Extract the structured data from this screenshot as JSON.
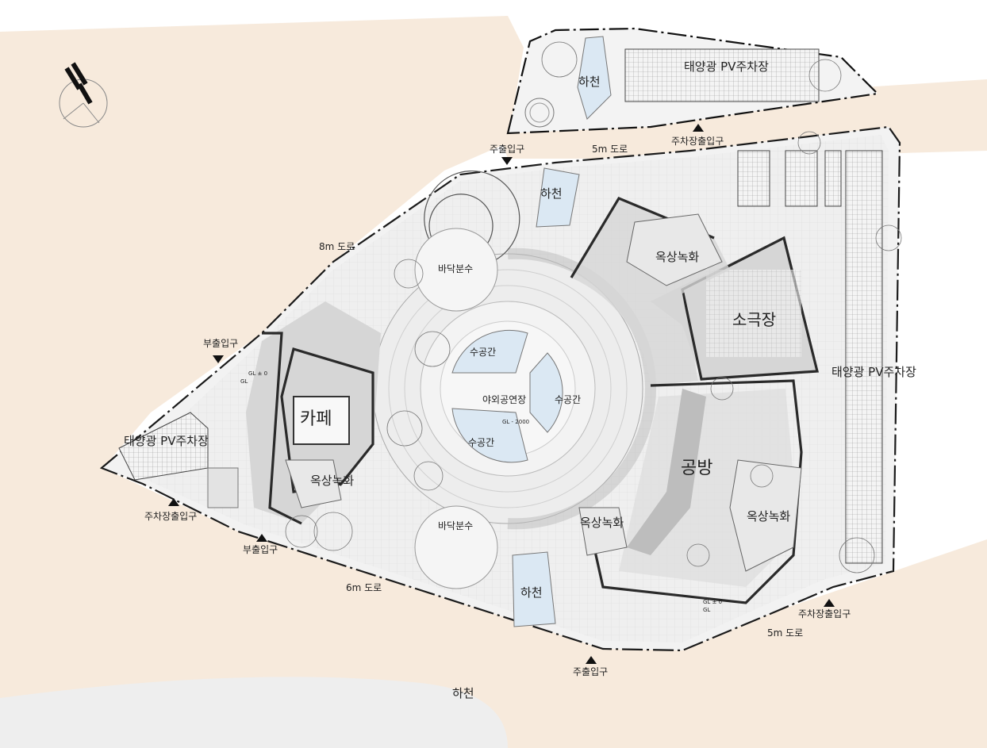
{
  "north_arrow": {
    "icon": "north-arrow-icon"
  },
  "labels": {
    "stream_top": "하천",
    "pv_parking_top": "태양광 PV주차장",
    "road_5m_top": "5m 도로",
    "main_entrance_top": "주출입구",
    "parking_entrance_top": "주차장출입구",
    "road_8m": "8m 도로",
    "stream_mid": "하천",
    "floor_fountain_top": "바닥분수",
    "roof_garden_ne": "옥상녹화",
    "small_theater": "소극장",
    "sub_entrance_left": "부출입구",
    "gl_ref_left_1": "GL ± 0",
    "gl_ref_left_2": "GL",
    "water_space_top": "수공간",
    "outdoor_theater": "야외공연장",
    "water_space_right": "수공간",
    "gl_ref_center": "GL - 2000",
    "water_space_bottom": "수공간",
    "cafe": "카페",
    "pv_parking_left": "태양광 PV주차장",
    "pv_parking_right": "태양광 PV주차장",
    "workshop": "공방",
    "roof_garden_sw": "옥상녹화",
    "roof_garden_s": "옥상녹화",
    "roof_garden_se": "옥상녹화",
    "parking_entrance_left": "주차장출입구",
    "sub_entrance_bottom": "부출입구",
    "floor_fountain_bottom": "바닥분수",
    "road_6m": "6m 도로",
    "stream_bottom_mid": "하천",
    "gl_ref_right_1": "GL ± 0",
    "gl_ref_right_2": "GL",
    "parking_entrance_right": "주차장출입구",
    "road_5m_bottom": "5m 도로",
    "main_entrance_bottom": "주출입구",
    "stream_bottom": "하천"
  },
  "colors": {
    "road": "#f7eadc",
    "site": "#f2f2f2",
    "water": "#dbe8f3",
    "wall": "#2a2a2a",
    "roof": "#d6d6d6"
  }
}
